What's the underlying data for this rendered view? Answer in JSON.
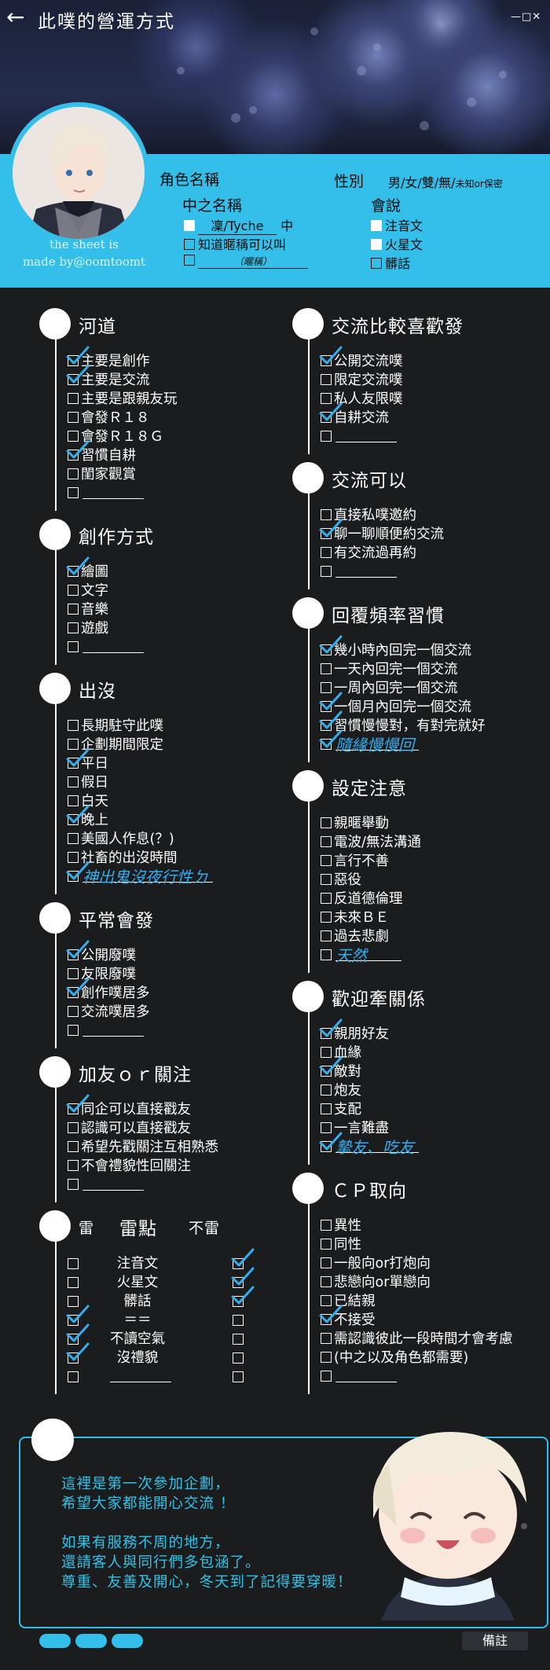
{
  "header": {
    "title": "此噗的營運方式",
    "window_controls": "—□✕",
    "credit_line1": "the sheet is",
    "credit_line2": "made by@oomtoomt"
  },
  "profile": {
    "char_name_label": "角色名稱",
    "gender_label": "性別",
    "gender_options": "男/女/雙/無/",
    "gender_unknown": "未知or保密",
    "nickname_label": "中之名稱",
    "nickname_value": "凜/Tyche",
    "nickname_suffix": "中",
    "nickname_opt2": "知道暱稱可以叫",
    "nickname_placeholder": "（暱稱）",
    "speak_label": "會說",
    "speak_items": [
      "注音文",
      "火星文",
      "髒話"
    ]
  },
  "left_sections": [
    {
      "title": "河道",
      "items": [
        "主要是創作",
        "主要是交流",
        "主要是跟親友玩",
        "會發Ｒ１８",
        "會發Ｒ１８Ｇ",
        "習慣自耕",
        "閨家觀賞",
        ""
      ],
      "checked": [
        0,
        1,
        5
      ]
    },
    {
      "title": "創作方式",
      "items": [
        "繪圖",
        "文字",
        "音樂",
        "遊戲",
        ""
      ],
      "checked": [
        0
      ]
    },
    {
      "title": "出沒",
      "items": [
        "長期駐守此噗",
        "企劃期間限定",
        "平日",
        "假日",
        "白天",
        "晚上",
        "美國人作息(？)",
        "社畜的出沒時間",
        "神出鬼沒夜行性ㄉ"
      ],
      "checked": [
        2,
        5,
        8
      ]
    },
    {
      "title": "平常會發",
      "items": [
        "公開廢噗",
        "友限廢噗",
        "創作噗居多",
        "交流噗居多",
        ""
      ],
      "checked": [
        0,
        2
      ]
    },
    {
      "title": "加友ｏｒ關注",
      "items": [
        "同企可以直接戳友",
        "認識可以直接戳友",
        "希望先戳關注互相熟悉",
        "不會禮貌性回關注",
        ""
      ],
      "checked": [
        0
      ]
    }
  ],
  "thunder": {
    "title_left": "雷",
    "title_mid": "雷點",
    "title_right": "不雷",
    "rows": [
      "注音文",
      "火星文",
      "髒話",
      "＝＝",
      "不讀空氣",
      "沒禮貌",
      ""
    ],
    "left_checked": [
      3,
      4,
      5
    ],
    "right_checked": [
      0,
      1,
      2
    ]
  },
  "right_sections": [
    {
      "title": "交流比較喜歡發",
      "items": [
        "公開交流噗",
        "限定交流噗",
        "私人友限噗",
        "自耕交流",
        ""
      ],
      "checked": [
        0,
        3
      ]
    },
    {
      "title": "交流可以",
      "items": [
        "直接私噗邀約",
        "聊一聊順便約交流",
        "有交流過再約",
        ""
      ],
      "checked": [
        1
      ]
    },
    {
      "title": "回覆頻率習慣",
      "items": [
        "幾小時內回完一個交流",
        "一天內回完一個交流",
        "一周內回完一個交流",
        "一個月內回完一個交流",
        "習慣慢慢對，有對完就好",
        "隨緣慢慢回"
      ],
      "checked": [
        0,
        3,
        4,
        5
      ]
    },
    {
      "title": "設定注意",
      "items": [
        "親暱舉動",
        "電波/無法溝通",
        "言行不善",
        "惡役",
        "反道德倫理",
        "未來ＢＥ",
        "過去悲劇",
        "天然"
      ],
      "checked": []
    },
    {
      "title": "歡迎牽關係",
      "items": [
        "親朋好友",
        "血緣",
        "敵對",
        "炮友",
        "支配",
        "一言難盡",
        "摯友、吃友"
      ],
      "checked": [
        0,
        2,
        6
      ]
    },
    {
      "title": "ＣＰ取向",
      "items": [
        "異性",
        "同性",
        "一般向or打炮向",
        "悲戀向or單戀向",
        "已結親",
        "不接受",
        "需認識彼此一段時間才會考慮",
        "(中之以及角色都需要)",
        ""
      ],
      "checked": [
        5
      ]
    }
  ],
  "notes": {
    "line1": "這裡是第一次參加企劃，",
    "line2": "希望大家都能開心交流 ！",
    "line3": "如果有服務不周的地方，",
    "line4": "還請客人與同行們多包涵了。",
    "line5": "尊重、友善及開心，冬天到了記得要穿暖！"
  },
  "footer": {
    "remarks_label": "備註"
  },
  "colors": {
    "accent": "#33bfe9",
    "background": "#1b1c1e",
    "handwriting": "#35aef0"
  }
}
